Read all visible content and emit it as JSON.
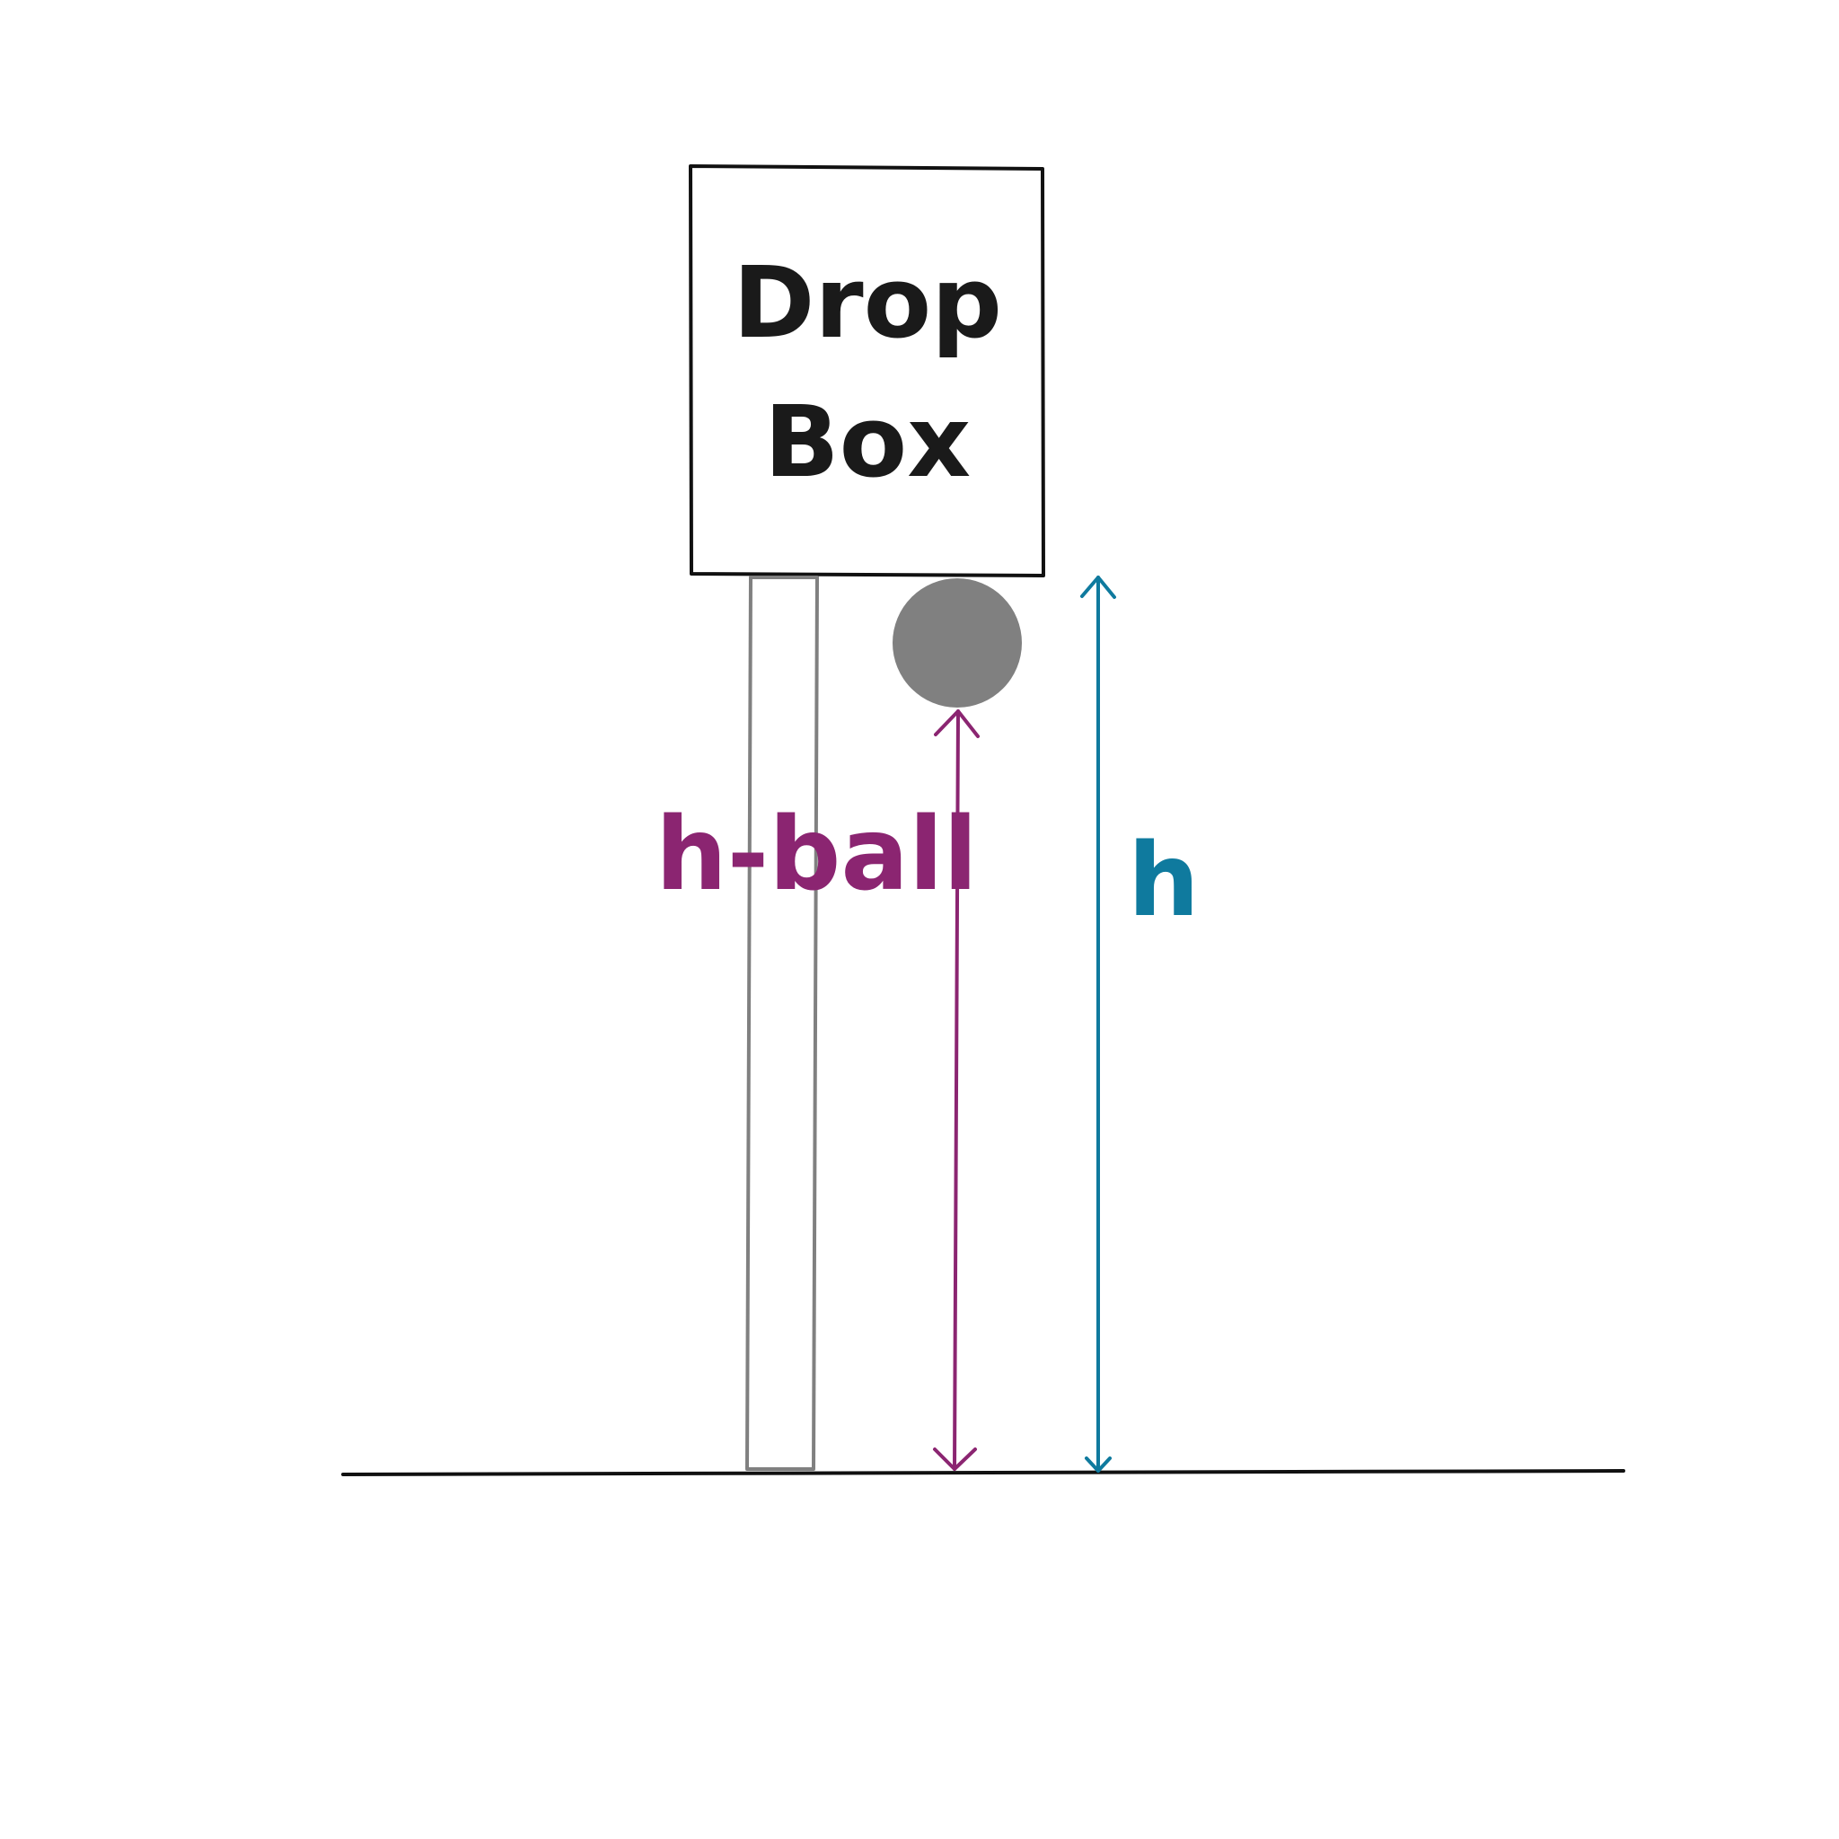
{
  "drop_box": {
    "line1": "Drop",
    "line2": "Box"
  },
  "labels": {
    "ball_dimension": "h-ball",
    "height_dimension": "h"
  },
  "colors": {
    "outline": "#111111",
    "support": "#808080",
    "ball": "#808080",
    "ball_dimension": "#8b2571",
    "height_dimension": "#0f7a9e"
  }
}
